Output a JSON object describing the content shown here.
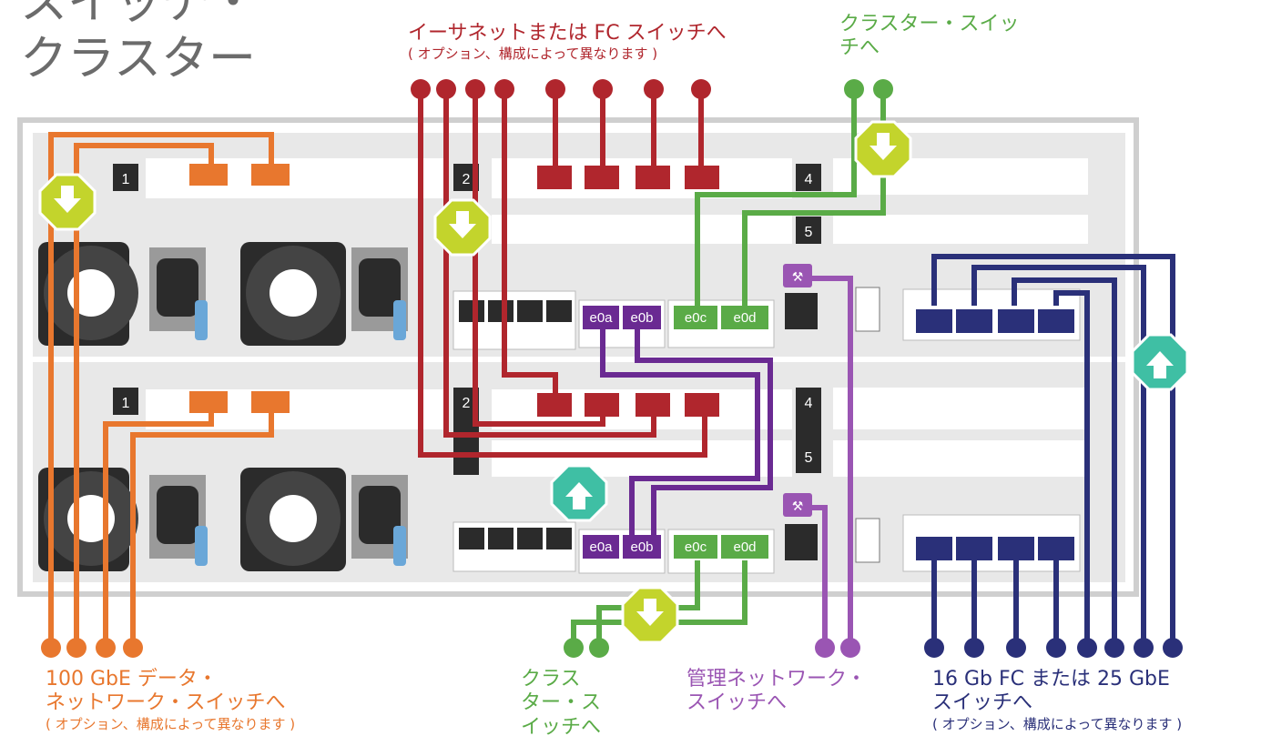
{
  "title": {
    "line1": "スイッチ・",
    "line2": "クラスター"
  },
  "labels": {
    "ethernet_fc": {
      "main": "イーサネットまたは FC スイッチへ",
      "note": "( オプション、構成によって異なります )"
    },
    "cluster_top": {
      "line1": "クラスター・スイッ",
      "line2": "チへ"
    },
    "gbe100": {
      "line1": "100 GbE データ・",
      "line2": "ネットワーク・スイッチへ",
      "note": "( オプション、構成によって異なります )"
    },
    "cluster_bottom": {
      "line1": "クラス",
      "line2": "ター・ス",
      "line3": "イッチへ"
    },
    "mgmt": {
      "line1": "管理ネットワーク・",
      "line2": "スイッチへ"
    },
    "fc16": {
      "line1": "16 Gb FC または 25 GbE",
      "line2": "スイッチへ",
      "note": "( オプション、構成によって異なります )"
    }
  },
  "ports": {
    "top": {
      "e0a": "e0a",
      "e0b": "e0b",
      "e0c": "e0c",
      "e0d": "e0d"
    },
    "bottom": {
      "e0a": "e0a",
      "e0b": "e0b",
      "e0c": "e0c",
      "e0d": "e0d"
    }
  },
  "slots": {
    "s1_top": "1",
    "s2_top": "2",
    "s4_top": "4",
    "s5_top": "5",
    "s1_bot": "1",
    "s2_bot": "2",
    "s4_bot": "4",
    "s5_bot": "5"
  },
  "colors": {
    "red": "#b0262d",
    "green": "#5aab47",
    "orange": "#e8772e",
    "purple": "#9a55b3",
    "navy": "#2a3079",
    "teal": "#3fbfa4",
    "lime": "#c3d42c"
  }
}
